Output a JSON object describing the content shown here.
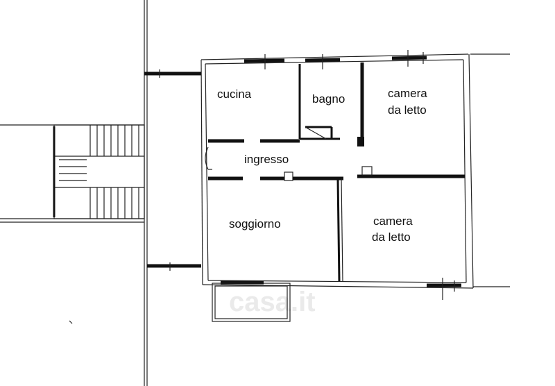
{
  "rooms": {
    "cucina": "cucina",
    "bagno": "bagno",
    "camera1_line1": "camera",
    "camera1_line2": "da letto",
    "ingresso": "ingresso",
    "soggiorno": "soggiorno",
    "camera2_line1": "camera",
    "camera2_line2": "da letto"
  },
  "watermark": "casa.it",
  "colors": {
    "ink": "#111111",
    "paper": "#ffffff"
  }
}
